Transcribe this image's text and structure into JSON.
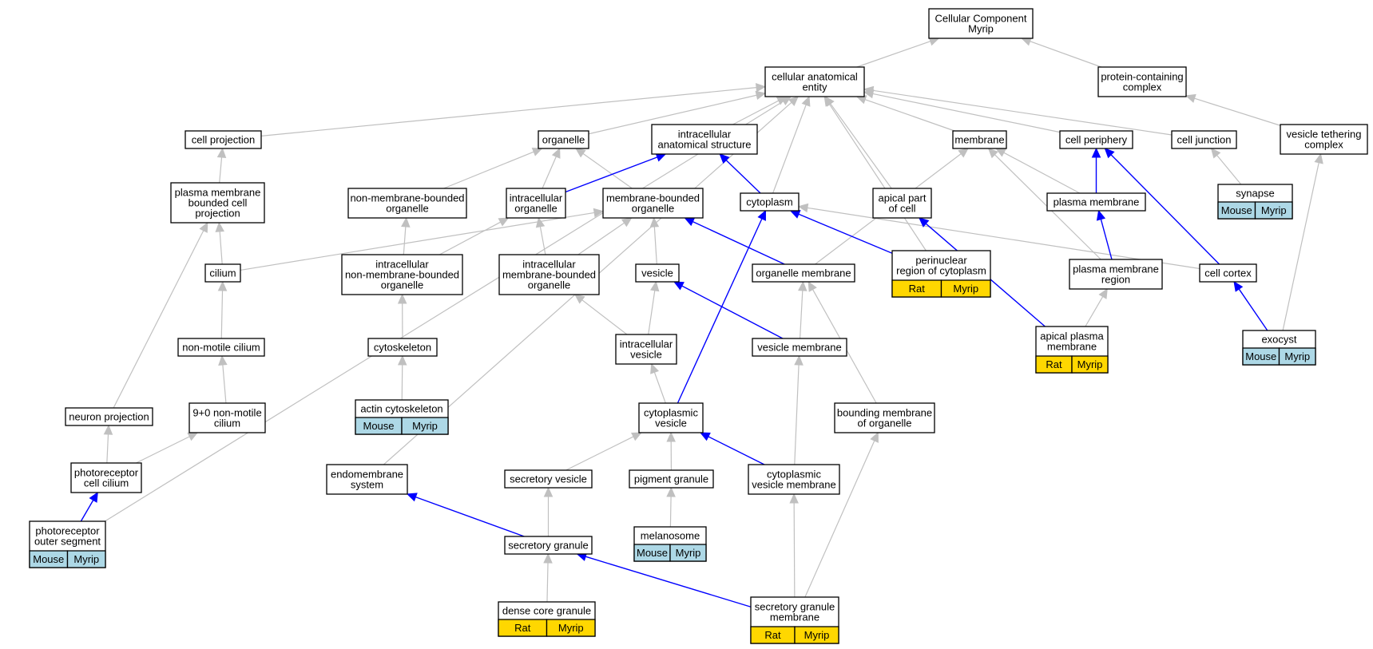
{
  "colors": {
    "grey_edge": "#c0c0c0",
    "blue_edge": "#0000ff",
    "node_border": "#000000",
    "node_fill": "#ffffff",
    "mouse_tag": "#add8e6",
    "rat_tag": "#ffd700"
  },
  "nodes": {
    "root": {
      "lines": [
        "Cellular Component",
        "Myrip"
      ]
    },
    "cae": {
      "lines": [
        "cellular anatomical",
        "entity"
      ]
    },
    "pcc": {
      "lines": [
        "protein-containing",
        "complex"
      ]
    },
    "cellproj": {
      "lines": [
        "cell projection"
      ]
    },
    "organelle": {
      "lines": [
        "organelle"
      ]
    },
    "ias": {
      "lines": [
        "intracellular",
        "anatomical structure"
      ]
    },
    "membrane": {
      "lines": [
        "membrane"
      ]
    },
    "periph": {
      "lines": [
        "cell periphery"
      ]
    },
    "junction": {
      "lines": [
        "cell junction"
      ]
    },
    "vtc": {
      "lines": [
        "vesicle tethering",
        "complex"
      ]
    },
    "pmbcp": {
      "lines": [
        "plasma membrane",
        "bounded cell",
        "projection"
      ]
    },
    "nmbo": {
      "lines": [
        "non-membrane-bounded",
        "organelle"
      ]
    },
    "intorg": {
      "lines": [
        "intracellular",
        "organelle"
      ]
    },
    "mbo": {
      "lines": [
        "membrane-bounded",
        "organelle"
      ]
    },
    "cytoplasm": {
      "lines": [
        "cytoplasm"
      ]
    },
    "apical": {
      "lines": [
        "apical part",
        "of cell"
      ]
    },
    "plasmamem": {
      "lines": [
        "plasma membrane"
      ]
    },
    "synapse": {
      "lines": [
        "synapse"
      ],
      "tags": [
        "Mouse",
        "Myrip"
      ]
    },
    "cilium": {
      "lines": [
        "cilium"
      ]
    },
    "inmbo": {
      "lines": [
        "intracellular",
        "non-membrane-bounded",
        "organelle"
      ]
    },
    "imbo": {
      "lines": [
        "intracellular",
        "membrane-bounded",
        "organelle"
      ]
    },
    "vesicle": {
      "lines": [
        "vesicle"
      ]
    },
    "orgmem": {
      "lines": [
        "organelle membrane"
      ]
    },
    "perinuc": {
      "lines": [
        "perinuclear",
        "region of cytoplasm"
      ],
      "tags": [
        "Rat",
        "Myrip"
      ]
    },
    "pmr": {
      "lines": [
        "plasma membrane",
        "region"
      ]
    },
    "cortex": {
      "lines": [
        "cell cortex"
      ]
    },
    "nmc": {
      "lines": [
        "non-motile cilium"
      ]
    },
    "cytoskel": {
      "lines": [
        "cytoskeleton"
      ]
    },
    "intves": {
      "lines": [
        "intracellular",
        "vesicle"
      ]
    },
    "vesmem": {
      "lines": [
        "vesicle membrane"
      ]
    },
    "apm": {
      "lines": [
        "apical plasma",
        "membrane"
      ],
      "tags": [
        "Rat",
        "Myrip"
      ]
    },
    "exocyst": {
      "lines": [
        "exocyst"
      ],
      "tags": [
        "Mouse",
        "Myrip"
      ]
    },
    "neuron": {
      "lines": [
        "neuron projection"
      ]
    },
    "c90": {
      "lines": [
        "9+0 non-motile",
        "cilium"
      ]
    },
    "actin": {
      "lines": [
        "actin cytoskeleton"
      ],
      "tags": [
        "Mouse",
        "Myrip"
      ]
    },
    "cytves": {
      "lines": [
        "cytoplasmic",
        "vesicle"
      ]
    },
    "bmo": {
      "lines": [
        "bounding membrane",
        "of organelle"
      ]
    },
    "pcilium": {
      "lines": [
        "photoreceptor",
        "cell cilium"
      ]
    },
    "endomem": {
      "lines": [
        "endomembrane",
        "system"
      ]
    },
    "secves": {
      "lines": [
        "secretory vesicle"
      ]
    },
    "pigment": {
      "lines": [
        "pigment granule"
      ]
    },
    "cvm": {
      "lines": [
        "cytoplasmic",
        "vesicle membrane"
      ]
    },
    "pos": {
      "lines": [
        "photoreceptor",
        "outer segment"
      ],
      "tags": [
        "Mouse",
        "Myrip"
      ]
    },
    "secgran": {
      "lines": [
        "secretory granule"
      ]
    },
    "melano": {
      "lines": [
        "melanosome"
      ],
      "tags": [
        "Mouse",
        "Myrip"
      ]
    },
    "dcg": {
      "lines": [
        "dense core granule"
      ],
      "tags": [
        "Rat",
        "Myrip"
      ]
    },
    "sgm": {
      "lines": [
        "secretory granule",
        "membrane"
      ],
      "tags": [
        "Rat",
        "Myrip"
      ]
    }
  },
  "edges": [
    {
      "from": "cae",
      "to": "root",
      "type": "is_a"
    },
    {
      "from": "pcc",
      "to": "root",
      "type": "is_a"
    },
    {
      "from": "cellproj",
      "to": "cae",
      "type": "is_a"
    },
    {
      "from": "organelle",
      "to": "cae",
      "type": "is_a"
    },
    {
      "from": "ias",
      "to": "cae",
      "type": "is_a"
    },
    {
      "from": "cytoplasm",
      "to": "cae",
      "type": "is_a"
    },
    {
      "from": "membrane",
      "to": "cae",
      "type": "is_a"
    },
    {
      "from": "periph",
      "to": "cae",
      "type": "is_a"
    },
    {
      "from": "junction",
      "to": "cae",
      "type": "is_a"
    },
    {
      "from": "apical",
      "to": "cae",
      "type": "is_a"
    },
    {
      "from": "perinuc",
      "to": "cae",
      "type": "is_a"
    },
    {
      "from": "endomem",
      "to": "cae",
      "type": "is_a"
    },
    {
      "from": "pos",
      "to": "cae",
      "type": "is_a"
    },
    {
      "from": "vtc",
      "to": "pcc",
      "type": "is_a"
    },
    {
      "from": "pmbcp",
      "to": "cellproj",
      "type": "is_a"
    },
    {
      "from": "nmbo",
      "to": "organelle",
      "type": "is_a"
    },
    {
      "from": "intorg",
      "to": "organelle",
      "type": "is_a"
    },
    {
      "from": "mbo",
      "to": "organelle",
      "type": "is_a"
    },
    {
      "from": "intorg",
      "to": "ias",
      "type": "part_of"
    },
    {
      "from": "cytoplasm",
      "to": "ias",
      "type": "part_of"
    },
    {
      "from": "plasmamem",
      "to": "membrane",
      "type": "is_a"
    },
    {
      "from": "orgmem",
      "to": "membrane",
      "type": "is_a"
    },
    {
      "from": "pmr",
      "to": "membrane",
      "type": "is_a"
    },
    {
      "from": "plasmamem",
      "to": "periph",
      "type": "part_of"
    },
    {
      "from": "cortex",
      "to": "periph",
      "type": "part_of"
    },
    {
      "from": "synapse",
      "to": "junction",
      "type": "is_a"
    },
    {
      "from": "exocyst",
      "to": "vtc",
      "type": "is_a"
    },
    {
      "from": "cilium",
      "to": "pmbcp",
      "type": "is_a"
    },
    {
      "from": "neuron",
      "to": "pmbcp",
      "type": "is_a"
    },
    {
      "from": "inmbo",
      "to": "nmbo",
      "type": "is_a"
    },
    {
      "from": "inmbo",
      "to": "intorg",
      "type": "is_a"
    },
    {
      "from": "imbo",
      "to": "intorg",
      "type": "is_a"
    },
    {
      "from": "cilium",
      "to": "mbo",
      "type": "is_a"
    },
    {
      "from": "imbo",
      "to": "mbo",
      "type": "is_a"
    },
    {
      "from": "vesicle",
      "to": "mbo",
      "type": "is_a"
    },
    {
      "from": "orgmem",
      "to": "mbo",
      "type": "part_of"
    },
    {
      "from": "perinuc",
      "to": "cytoplasm",
      "type": "part_of"
    },
    {
      "from": "cortex",
      "to": "cytoplasm",
      "type": "is_a"
    },
    {
      "from": "cytves",
      "to": "cytoplasm",
      "type": "part_of"
    },
    {
      "from": "apm",
      "to": "apical",
      "type": "part_of"
    },
    {
      "from": "pmr",
      "to": "plasmamem",
      "type": "part_of"
    },
    {
      "from": "nmc",
      "to": "cilium",
      "type": "is_a"
    },
    {
      "from": "cytoskel",
      "to": "inmbo",
      "type": "is_a"
    },
    {
      "from": "intves",
      "to": "imbo",
      "type": "is_a"
    },
    {
      "from": "intves",
      "to": "vesicle",
      "type": "is_a"
    },
    {
      "from": "vesmem",
      "to": "vesicle",
      "type": "part_of"
    },
    {
      "from": "vesmem",
      "to": "orgmem",
      "type": "is_a"
    },
    {
      "from": "bmo",
      "to": "orgmem",
      "type": "is_a"
    },
    {
      "from": "apm",
      "to": "pmr",
      "type": "is_a"
    },
    {
      "from": "exocyst",
      "to": "cortex",
      "type": "part_of"
    },
    {
      "from": "c90",
      "to": "nmc",
      "type": "is_a"
    },
    {
      "from": "actin",
      "to": "cytoskel",
      "type": "is_a"
    },
    {
      "from": "cytves",
      "to": "intves",
      "type": "is_a"
    },
    {
      "from": "cvm",
      "to": "vesmem",
      "type": "is_a"
    },
    {
      "from": "sgm",
      "to": "bmo",
      "type": "is_a"
    },
    {
      "from": "pcilium",
      "to": "neuron",
      "type": "is_a"
    },
    {
      "from": "pcilium",
      "to": "c90",
      "type": "is_a"
    },
    {
      "from": "pos",
      "to": "pcilium",
      "type": "part_of"
    },
    {
      "from": "secves",
      "to": "cytves",
      "type": "is_a"
    },
    {
      "from": "pigment",
      "to": "cytves",
      "type": "is_a"
    },
    {
      "from": "cvm",
      "to": "cytves",
      "type": "part_of"
    },
    {
      "from": "secgran",
      "to": "endomem",
      "type": "part_of"
    },
    {
      "from": "secgran",
      "to": "secves",
      "type": "is_a"
    },
    {
      "from": "melano",
      "to": "pigment",
      "type": "is_a"
    },
    {
      "from": "sgm",
      "to": "cvm",
      "type": "is_a"
    },
    {
      "from": "dcg",
      "to": "secgran",
      "type": "is_a"
    },
    {
      "from": "sgm",
      "to": "secgran",
      "type": "part_of"
    }
  ]
}
